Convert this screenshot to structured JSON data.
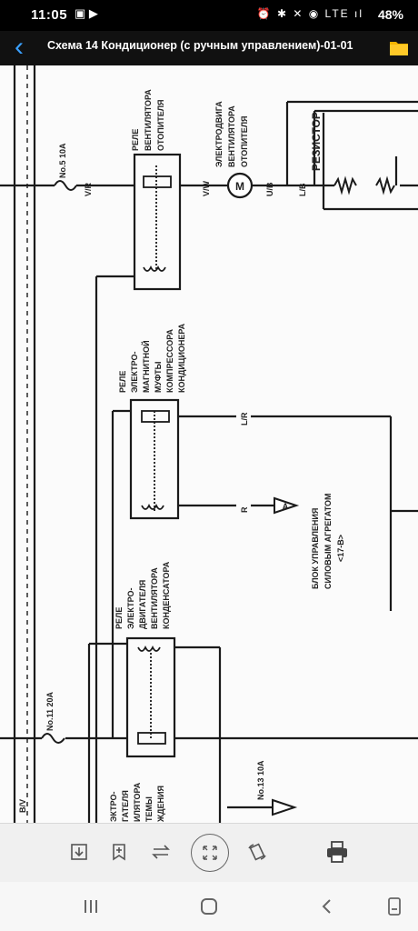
{
  "status_bar": {
    "time": "11:05",
    "left_icons": "▣ ▶",
    "right_icons": "⏰ ✱ ✕ ◉ LTE ıl",
    "battery": "48%"
  },
  "app_bar": {
    "title": "Схема 14 Кондиционер (с ручным управлением)-01-01",
    "accent": "#3aa0ff",
    "folder_color": "#f6b400"
  },
  "diagram": {
    "relay_heater_fan": "РЕЛЕ ВЕНТИЛЯТОРА ОТОПИТЕЛЯ",
    "relay_heater_fan_lines": [
      "РЕЛЕ",
      "ВЕНТИЛЯТОРА",
      "ОТОПИТЕЛЯ"
    ],
    "heater_fan_motor_lines": [
      "ЭЛЕКТРОДВИГА",
      "ВЕНТИЛЯТОРА",
      "ОТОПИТЕЛЯ"
    ],
    "resistor": "РЕЗИСТОР",
    "relay_clutch_lines": [
      "РЕЛЕ",
      "ЭЛЕКТРО-",
      "МАГНИТНОЙ",
      "МУФТЫ",
      "КОМПРЕССОРА",
      "КОНДИЦИОНЕРА"
    ],
    "ecu_lines": [
      "БЛОК УПРАВЛЕНИЯ",
      "СИЛОВЫМ АГРЕГАТОМ",
      "<17-B>"
    ],
    "relay_condenser_lines": [
      "РЕЛЕ",
      "ЭЛЕКТРО-",
      "ДВИГАТЕЛЯ",
      "ВЕНТИЛЯТОРА",
      "КОНДЕНСАТОРА"
    ],
    "relay_cooling_lines": [
      "ЭКТРО-",
      "ГАТЕЛЯ",
      "ИЛЯТОРА",
      "ТЕМЫ",
      "ЖДЕНИЯ"
    ],
    "fuse_top": "No.5 10A",
    "fuse_mid": "No.11 20A",
    "fuse_bottom": "No.13 10A",
    "wire_vr": "V/R",
    "wire_vw": "V/W",
    "wire_ub": "U/B",
    "wire_lr": "L/R",
    "wire_r": "R",
    "wire_bv": "B/V",
    "wire_lb": "L/B",
    "motor_symbol": "M",
    "ecu_marker": "A"
  },
  "toolbar": {
    "icons": [
      "save-icon",
      "bookmark-add-icon",
      "swap-icon",
      "fit-screen-icon",
      "rotate-icon",
      "print-icon"
    ]
  },
  "nav": {
    "icons": [
      "recent-apps-icon",
      "home-icon",
      "back-icon",
      "screenshot-icon"
    ]
  }
}
